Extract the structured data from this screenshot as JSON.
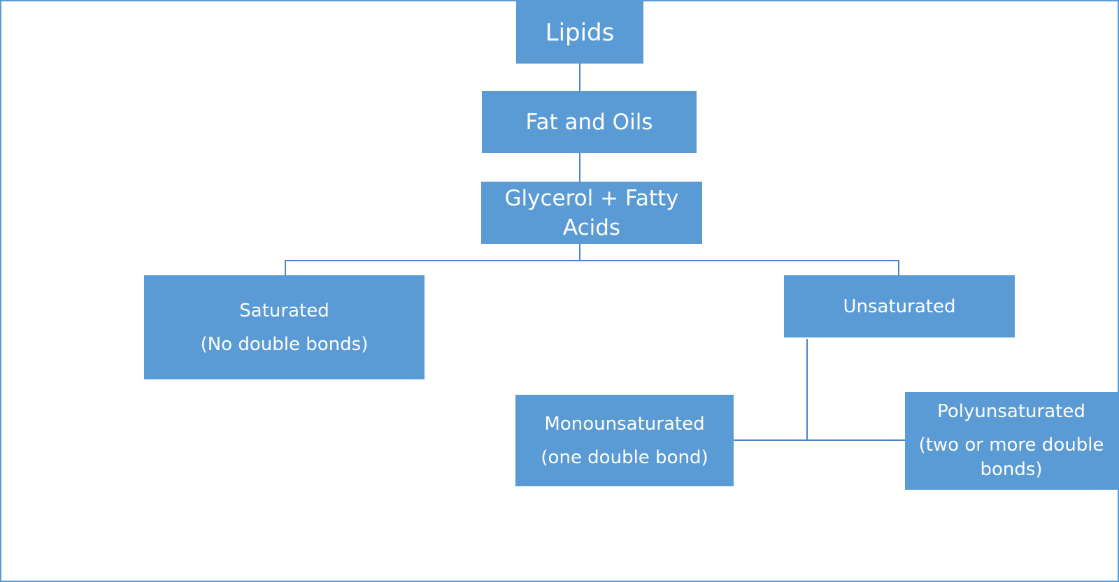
{
  "diagram": {
    "root": {
      "label": "Lipids"
    },
    "level2": {
      "label": "Fat and Oils"
    },
    "level3": {
      "line1": "Glycerol + Fatty",
      "line2": "Acids"
    },
    "saturated": {
      "title": "Saturated",
      "note": "(No double bonds)"
    },
    "unsaturated": {
      "title": "Unsaturated"
    },
    "monounsaturated": {
      "title": "Monounsaturated",
      "note": "(one double bond)"
    },
    "polyunsaturated": {
      "title": "Polyunsaturated",
      "note_line1": "(two or more double",
      "note_line2": "bonds)"
    }
  },
  "colors": {
    "node_fill": "#5b9bd5",
    "node_text": "#ffffff",
    "connector": "#4a86c5",
    "frame": "#5b9bd5"
  }
}
